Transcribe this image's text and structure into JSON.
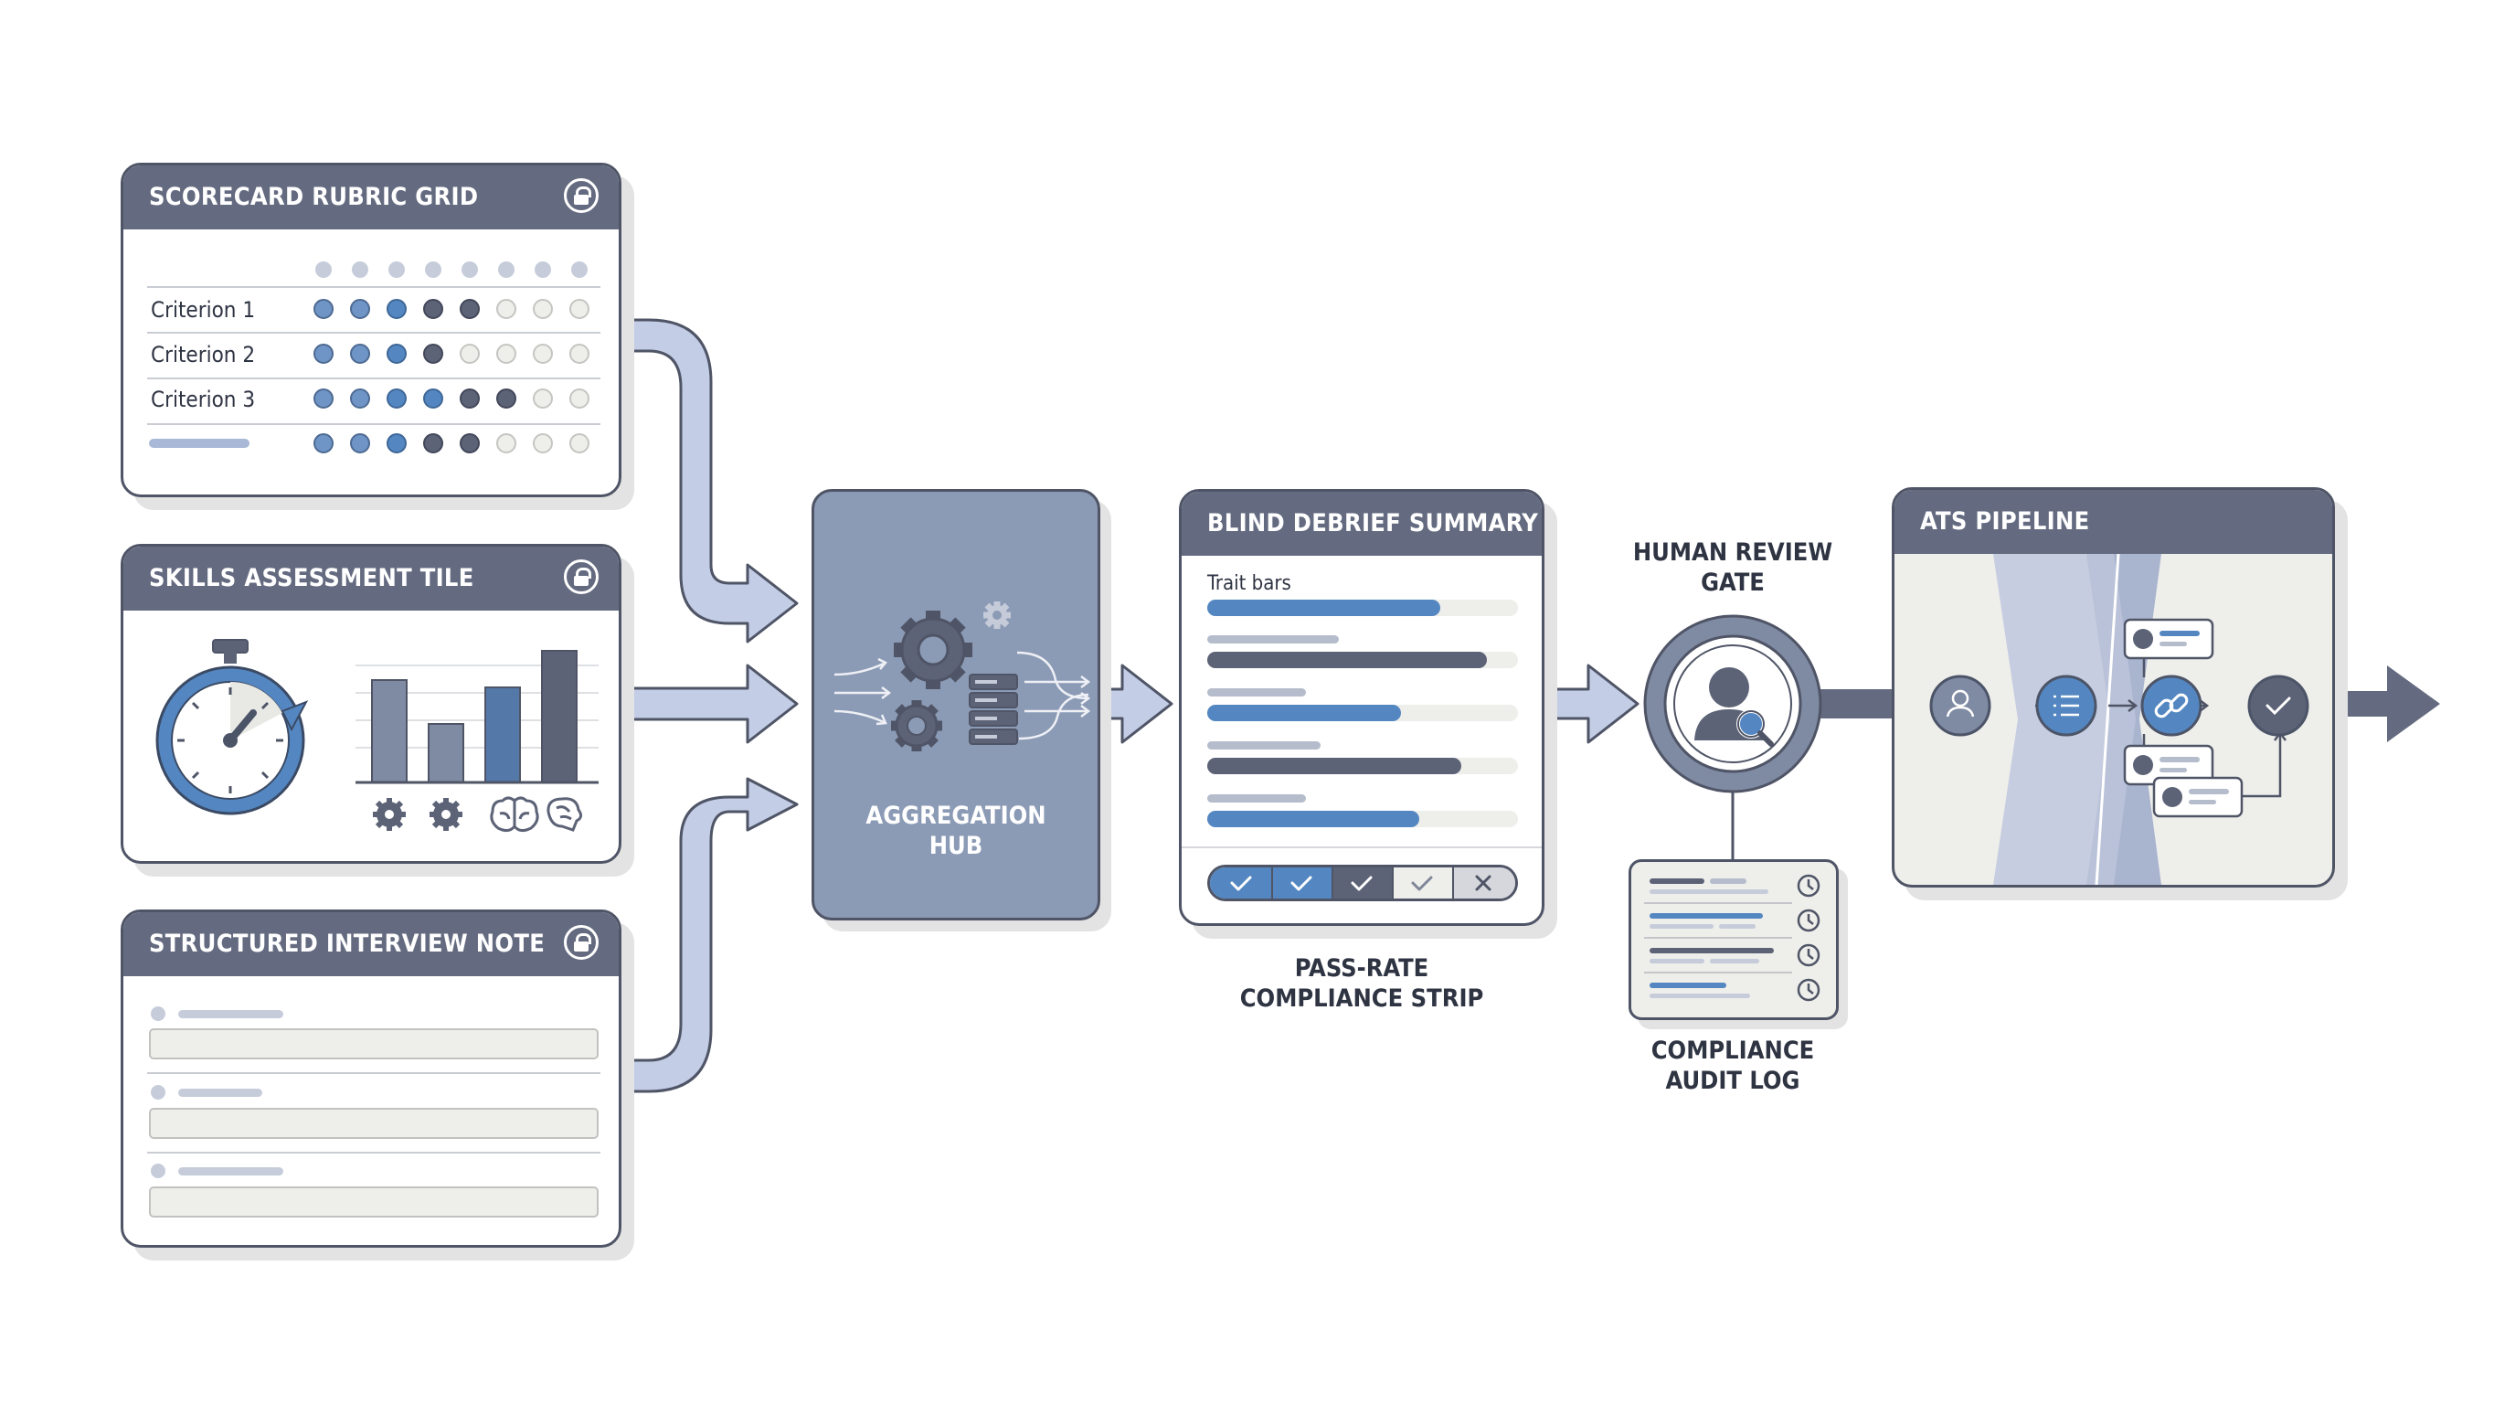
{
  "cards": {
    "scorecard": {
      "title": "SCORECARD RUBRIC GRID",
      "criteria": [
        "Criterion 1",
        "Criterion 2",
        "Criterion 3"
      ]
    },
    "skills": {
      "title": "SKILLS ASSESSMENT TILE"
    },
    "notes": {
      "title": "STRUCTURED INTERVIEW NOTE CARD"
    },
    "debrief": {
      "title": "BLIND DEBRIEF SUMMARY",
      "trait_label": "Trait bars"
    },
    "ats": {
      "title": "ATS PIPELINE"
    }
  },
  "labels": {
    "hub_line1": "AGGREGATION",
    "hub_line2": "HUB",
    "gate_line1": "HUMAN REVIEW",
    "gate_line2": "GATE",
    "strip_line1": "PASS-RATE",
    "strip_line2": "COMPLIANCE STRIP",
    "audit_line1": "COMPLIANCE",
    "audit_line2": "AUDIT LOG"
  },
  "colors": {
    "header": "#646b80",
    "accent_blue": "#5487c1",
    "dark_slate": "#5d6377",
    "hub_fill": "#8b9ab5",
    "arrow_fill": "#c3cde6",
    "light_fill": "#eeeeea"
  },
  "icons": [
    "lock-icon",
    "stopwatch-icon",
    "gear-icon",
    "brain-icon",
    "database-icon",
    "user-search-icon",
    "user-icon",
    "list-icon",
    "link-icon",
    "check-icon",
    "clock-icon",
    "x-icon"
  ]
}
